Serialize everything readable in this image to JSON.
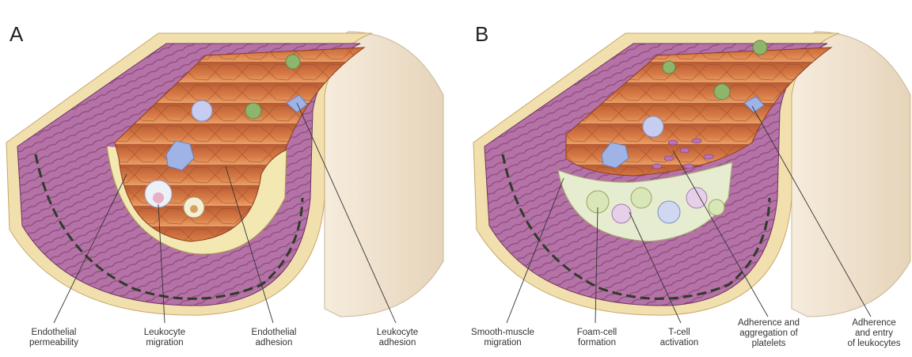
{
  "panels": [
    {
      "letter": "A",
      "labels": [
        {
          "line1": "Endothelial",
          "line2": "permeability"
        },
        {
          "line1": "Leukocyte",
          "line2": "migration"
        },
        {
          "line1": "Endothelial",
          "line2": "adhesion"
        },
        {
          "line1": "Leukocyte",
          "line2": "adhesion"
        }
      ]
    },
    {
      "letter": "B",
      "labels": [
        {
          "line1": "Smooth-muscle",
          "line2": "migration"
        },
        {
          "line1": "Foam-cell",
          "line2": "formation"
        },
        {
          "line1": "T-cell",
          "line2": "activation"
        },
        {
          "line1": "Adherence and",
          "line2": "aggregation of",
          "line3": "platelets"
        },
        {
          "line1": "Adherence",
          "line2": "and entry",
          "line3": "of leukocytes"
        }
      ]
    }
  ],
  "colors": {
    "lumen": "#c8683a",
    "lumen_light": "#e89a62",
    "muscle": "#b06a9e",
    "muscle_dark": "#7e3f72",
    "adventitia": "#f0dca8",
    "elastic": "#2e3b2a",
    "outer_shell": "#efe3d0",
    "leukocyte": "#b9c8ec",
    "platelet": "#7ba05b",
    "plaque": "#e7ecd0"
  }
}
